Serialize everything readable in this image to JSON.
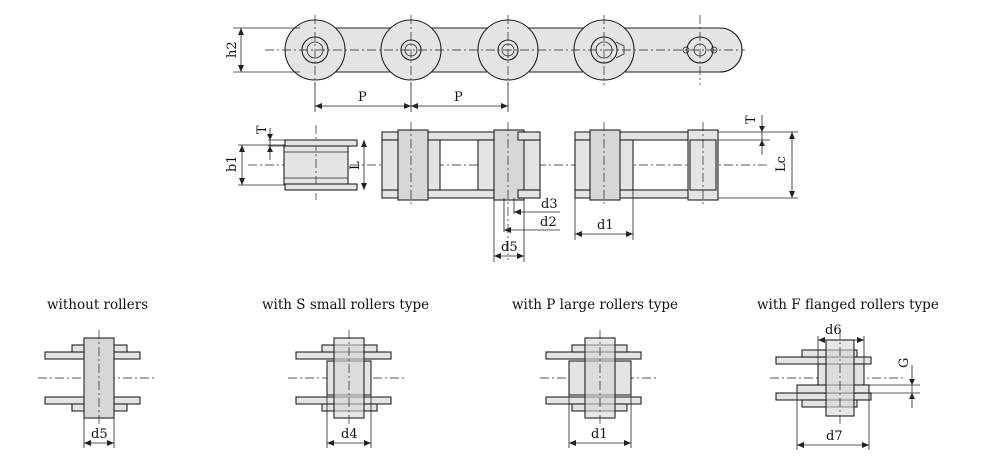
{
  "colors": {
    "part_fill": "#e4e4e4",
    "part_fill_dark": "#d7d7d7",
    "line": "#222222",
    "background": "#ffffff"
  },
  "top_view": {
    "dim_h2": "h2",
    "dim_pitch": [
      "P",
      "P"
    ]
  },
  "side_view": {
    "dim_T_left": "T",
    "dim_T_right": "T",
    "dim_b1": "b1",
    "dim_L": "L",
    "dim_Lc": "Lc",
    "dim_d1": "d1",
    "dim_d2": "d2",
    "dim_d3": "d3",
    "dim_d5": "d5"
  },
  "variants": [
    {
      "caption": "without rollers",
      "dim": "d5"
    },
    {
      "caption": "with S  small  rollers type",
      "dim": "d4"
    },
    {
      "caption": "with P large rollers type",
      "dim": "d1"
    },
    {
      "caption": "with F  flanged rollers type",
      "dim_top": "d6",
      "dim_side": "G",
      "dim": "d7"
    }
  ]
}
